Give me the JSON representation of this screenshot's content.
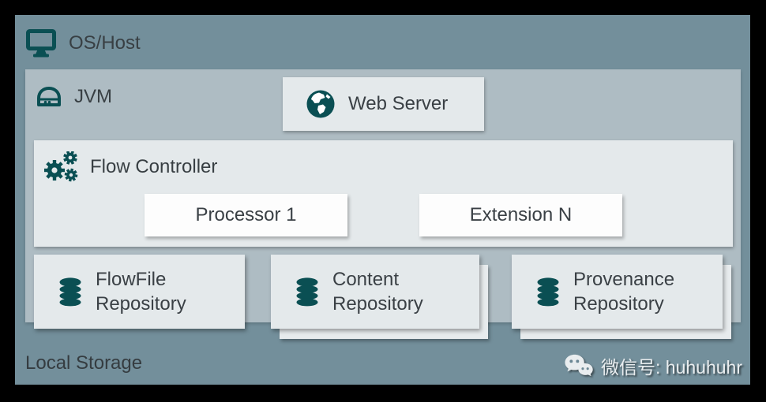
{
  "os_host": {
    "label": "OS/Host"
  },
  "jvm": {
    "label": "JVM"
  },
  "web_server": {
    "label": "Web Server"
  },
  "flow_controller": {
    "label": "Flow Controller"
  },
  "processor": {
    "label": "Processor 1"
  },
  "extension": {
    "label": "Extension N"
  },
  "repositories": [
    {
      "line1": "FlowFile",
      "line2": "Repository"
    },
    {
      "line1": "Content",
      "line2": "Repository"
    },
    {
      "line1": "Provenance",
      "line2": "Repository"
    }
  ],
  "local_storage": {
    "label": "Local Storage"
  },
  "watermark": {
    "label": "微信号: huhuhuhr"
  },
  "icons": {
    "os_host": "monitor-icon",
    "jvm": "drive-icon",
    "web_server": "globe-icon",
    "flow_controller": "gears-icon",
    "repository": "database-icon",
    "watermark": "wechat-icon"
  },
  "colors": {
    "frame": "#000000",
    "os_host_bg": "#738f9b",
    "jvm_bg": "#aebcc3",
    "panel_bg": "#e4e9eb",
    "white_box_bg": "#fdfdfd",
    "icon_teal": "#0a4f53",
    "text": "#3a4045",
    "watermark_text": "#e9edef"
  }
}
